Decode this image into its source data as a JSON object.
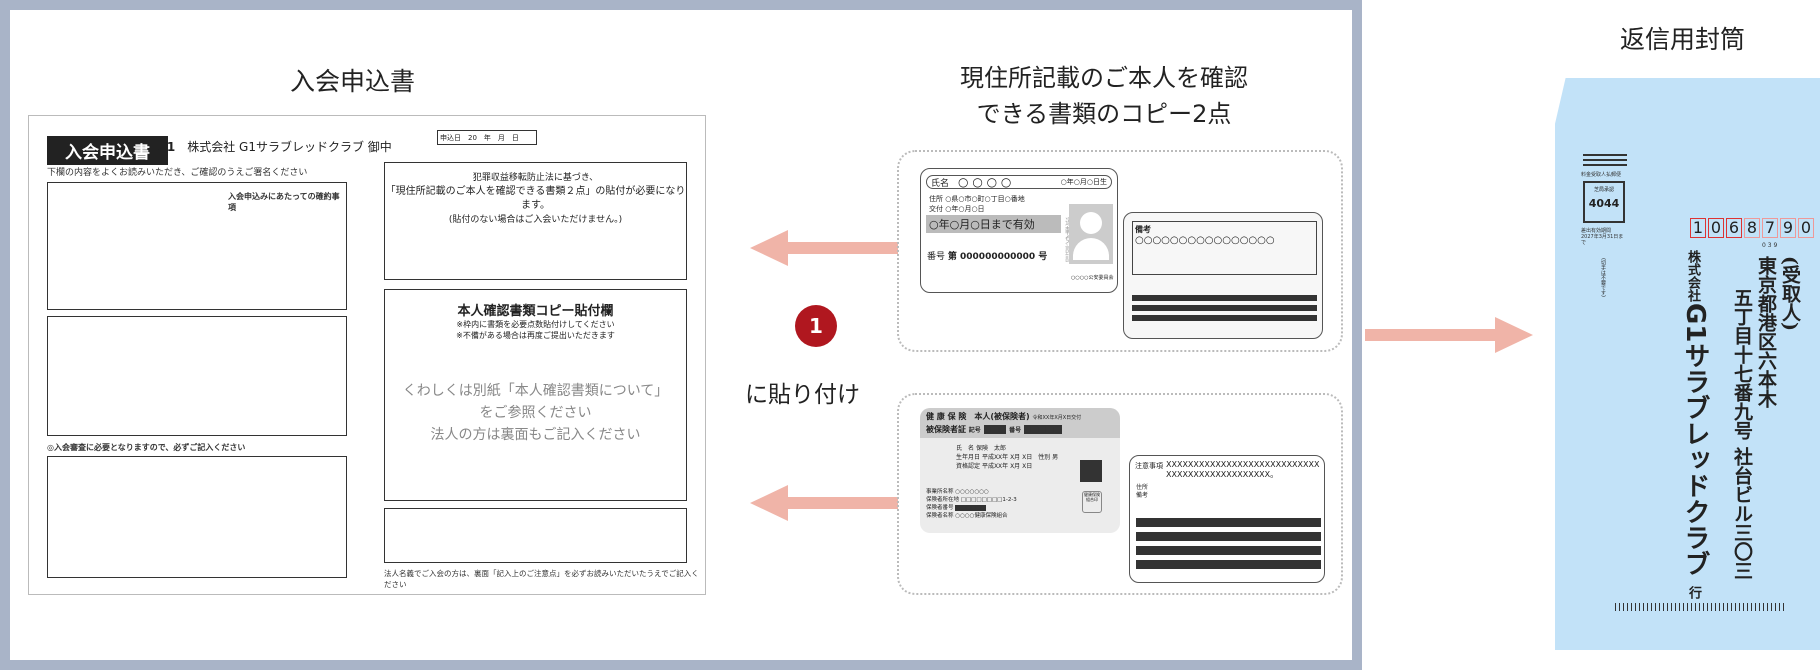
{
  "headings": {
    "form": "入会申込書",
    "documents_line1": "現住所記載のご本人を確認",
    "documents_line2": "できる書類のコピー2点",
    "envelope": "返信用封筒"
  },
  "form": {
    "title": "入会申込書",
    "company": "株式会社 G1サラブレッドクラブ 御中",
    "logo": "G1",
    "instruction": "下欄の内容をよくお読みいただき、ご確認のうえご署名ください",
    "terms_title": "入会申込みにあたっての確約事項",
    "section2": "◎入会審査に必要となりますので、必ずご記入ください",
    "date_label": "申込日　20　年　月　日",
    "notice_line1": "犯罪収益移転防止法に基づき、",
    "notice_line2": "「現住所記載のご本人を確認できる書類２点」の貼付が必要になります。",
    "notice_line3": "(貼付のない場合はご入会いただけません。)",
    "paste_title": "本人確認書類コピー貼付欄",
    "paste_note1": "※枠内に書類を必要点数貼付けしてください",
    "paste_note2": "※不備がある場合は再度ご提出いただきます",
    "gray_line1": "くわしくは別紙「本人確認書類について」",
    "gray_line2": "をご参照ください",
    "gray_line3": "法人の方は裏面もご記入ください",
    "footer": "法人名義でご入会の方は、裏面「記入上のご注意点」を必ずお読みいただいたうえでご記入ください"
  },
  "step": {
    "number": "1",
    "label": "に貼り付け"
  },
  "license_card": {
    "name_label": "氏名",
    "name": "○ ○ ○ ○",
    "birth": "○年○月○日生",
    "address_label": "住所",
    "address": "○県○市○町○丁目○番地",
    "issue_label": "交付",
    "issue": "○年○月○日",
    "valid": "○年○月○日まで有効",
    "number_label": "番号",
    "number": "第 000000000000 号",
    "side_text": "運転免許証",
    "issuer": "○○○○公安委員会"
  },
  "license_back": {
    "label": "備考",
    "value": "○○○○○○○○○○○○○○○○"
  },
  "insurance_card": {
    "title1": "健 康 保 険",
    "title2": "被保険者証",
    "type": "本人(被保険者)",
    "issued": "令和XX年X月X日交付",
    "kigo": "記号",
    "bango": "番号",
    "name_label": "氏　名",
    "name": "保険　太郎",
    "birth_label": "生年月日",
    "birth": "平成XX年 X月 X日",
    "gender_label": "性別",
    "gender": "男",
    "qual_label": "資格認定",
    "qual": "平成XX年 X月 X日",
    "office_label": "事業所名称",
    "office": "○○○○○○○",
    "addr_label": "保険者所在地",
    "addr": "□□□□□□□□1-2-3",
    "insurer_no_label": "保険者番号",
    "insurer_label": "保険者名称",
    "insurer": "○○○○健康保険組合",
    "seal": "健康保険組合印"
  },
  "insurance_back": {
    "notes_label": "注意事項",
    "notes": "XXXXXXXXXXXXXXXXXXXXXXXXXXXXXXXXXXXXXXXXXXXXXXX。",
    "addr_label": "住所",
    "remarks_label": "備考"
  },
  "envelope": {
    "zip": [
      "1",
      "0",
      "6",
      "8",
      "7",
      "9",
      "0"
    ],
    "zip_sub": "0 3 9",
    "permit_title": "料金受取人払郵便",
    "office": "芝局承認",
    "permit_no": "4044",
    "expiry": "差出有効期間 2027年3月31日まで",
    "stamp_note": "(切手は不要です)",
    "recipient_prefix": "(受取人)",
    "address1": "東京都港区六本木",
    "address2": "五丁目十七番九号 社台ビル三〇三",
    "company_type": "株式会社",
    "company": "G1サラブレッドクラブ",
    "suffix": "行"
  },
  "colors": {
    "frame": "#a9b4c8",
    "arrow": "#f0b4a8",
    "step_circle": "#b0171f",
    "envelope": "#c2e2f8"
  }
}
